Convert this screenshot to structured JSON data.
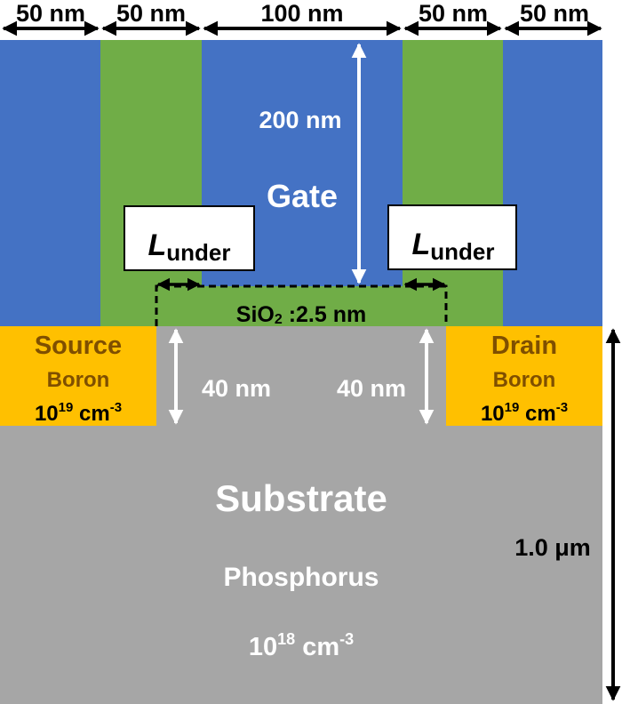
{
  "colors": {
    "gate": "#4472C4",
    "spacer": "#70AD47",
    "junction": "#FFC000",
    "substrate": "#A6A6A6",
    "text_dark": "#000000",
    "text_light": "#FFFFFF",
    "text_brown": "#7F4F00"
  },
  "top_dimensions": [
    "50 nm",
    "50 nm",
    "100 nm",
    "50 nm",
    "50 nm"
  ],
  "gate": {
    "label": "Gate",
    "height_label": "200 nm"
  },
  "lunder_boxes": [
    {
      "symbol": "L",
      "subscript": "under"
    },
    {
      "symbol": "L",
      "subscript": "under"
    }
  ],
  "oxide": {
    "formula": "SiO",
    "sub": "2",
    "thickness": " :2.5 nm"
  },
  "source": {
    "title": "Source",
    "dopant": "Boron",
    "conc_base": "10",
    "conc_exp": "19",
    "conc_unit": " cm",
    "conc_unit_exp": "-3"
  },
  "drain": {
    "title": "Drain",
    "dopant": "Boron",
    "conc_base": "10",
    "conc_exp": "19",
    "conc_unit": " cm",
    "conc_unit_exp": "-3"
  },
  "junction_depth_labels": [
    "40 nm",
    "40 nm"
  ],
  "substrate": {
    "title": "Substrate",
    "dopant": "Phosphorus",
    "conc_base": "10",
    "conc_exp": "18",
    "conc_unit": " cm",
    "conc_unit_exp": "-3"
  },
  "substrate_thickness": "1.0 μm"
}
